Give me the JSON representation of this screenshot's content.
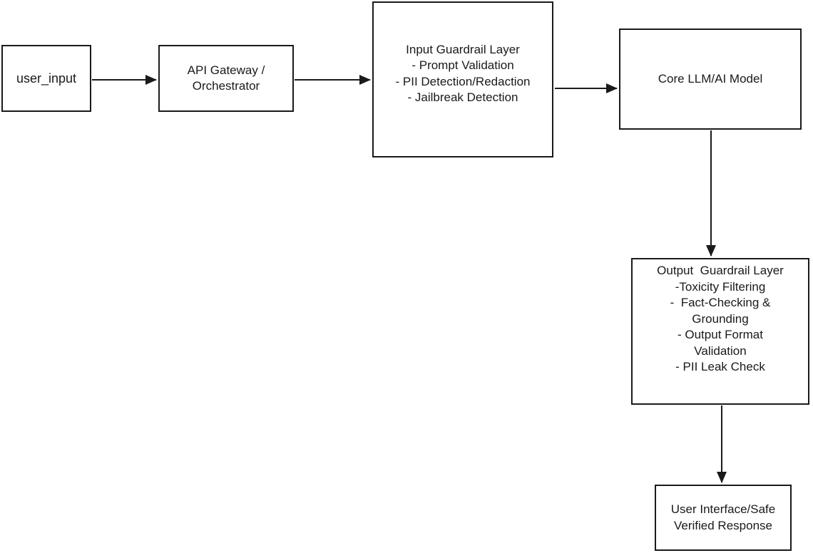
{
  "diagram": {
    "title": "LLM guardrail pipeline flowchart",
    "colors": {
      "background": "#ffffff",
      "box_border": "#1a1a1a",
      "text": "#1a1a1a",
      "arrow": "#1a1a1a"
    },
    "nodes": {
      "user_input": {
        "label": "user_input"
      },
      "api_gateway": {
        "lines": [
          "API Gateway /",
          "Orchestrator"
        ]
      },
      "input_guardrail": {
        "lines": [
          "Input Guardrail Layer",
          "- Prompt Validation",
          "- PII Detection/Redaction",
          "- Jailbreak Detection"
        ]
      },
      "core_llm": {
        "label": "Core LLM/AI Model"
      },
      "output_guardrail": {
        "lines": [
          "Output  Guardrail Layer",
          "-Toxicity Filtering",
          "-  Fact-Checking &",
          "Grounding",
          "- Output Format",
          "Validation",
          "- PII Leak Check"
        ]
      },
      "ui_response": {
        "lines": [
          "User Interface/Safe",
          "Verified Response"
        ]
      }
    },
    "edges": [
      {
        "from": "user_input",
        "to": "api_gateway"
      },
      {
        "from": "api_gateway",
        "to": "input_guardrail"
      },
      {
        "from": "input_guardrail",
        "to": "core_llm"
      },
      {
        "from": "core_llm",
        "to": "output_guardrail"
      },
      {
        "from": "output_guardrail",
        "to": "ui_response"
      }
    ]
  }
}
